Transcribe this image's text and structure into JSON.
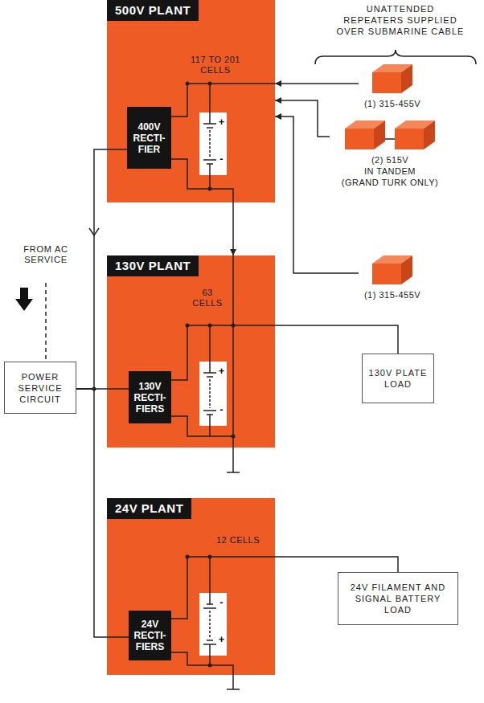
{
  "diagram": {
    "nodes": [
      {
        "text": [
          "500V PLANT",
          "117 TO 201 CELLS"
        ]
      },
      {
        "text": [
          "400V RECTI- FIER"
        ],
        "in": 0
      },
      {
        "text": [
          "(1) 315-455V"
        ]
      },
      {
        "text": [
          "(2) 515V",
          "IN TANDEM",
          "(GRAND TURK ONLY)"
        ]
      },
      {
        "text": [
          "130V PLANT",
          "63 CELLS"
        ]
      },
      {
        "text": [
          "130V RECTI- FIERS"
        ],
        "in": 4
      },
      {
        "text": [
          "(1) 315-455V"
        ]
      },
      {
        "text": [
          "POWER SERVICE CIRCUIT"
        ]
      },
      {
        "text": [
          "130V PLATE LOAD"
        ]
      },
      {
        "text": [
          "24V PLANT",
          "12 CELLS"
        ]
      },
      {
        "text": [
          "24V RECTI- FIERS"
        ],
        "in": 9
      },
      {
        "text": [
          "24V FILAMENT AND SIGNAL BATTERY LOAD"
        ]
      }
    ],
    "edges": [
      {
        "from": 2,
        "to": 0,
        "arrow": "to"
      },
      {
        "from": 3,
        "to": 0,
        "arrow": "to"
      },
      {
        "from": 6,
        "to": 0,
        "arrow": "to"
      },
      {
        "from": 0,
        "to": 4,
        "arrow": "to"
      },
      {
        "from": 7,
        "to": 1,
        "arrow": "none"
      },
      {
        "from": 7,
        "to": 5,
        "arrow": "none"
      },
      {
        "from": 7,
        "to": 10,
        "arrow": "none"
      },
      {
        "from": 4,
        "to": 8,
        "arrow": "none"
      },
      {
        "from": 9,
        "to": 11,
        "arrow": "none"
      }
    ],
    "labels": [
      "UNATTENDED REPEATERS SUPPLIED OVER SUBMARINE CABLE",
      "FROM AC SERVICE",
      "+",
      "-",
      "+",
      "-",
      "-",
      "+"
    ]
  }
}
